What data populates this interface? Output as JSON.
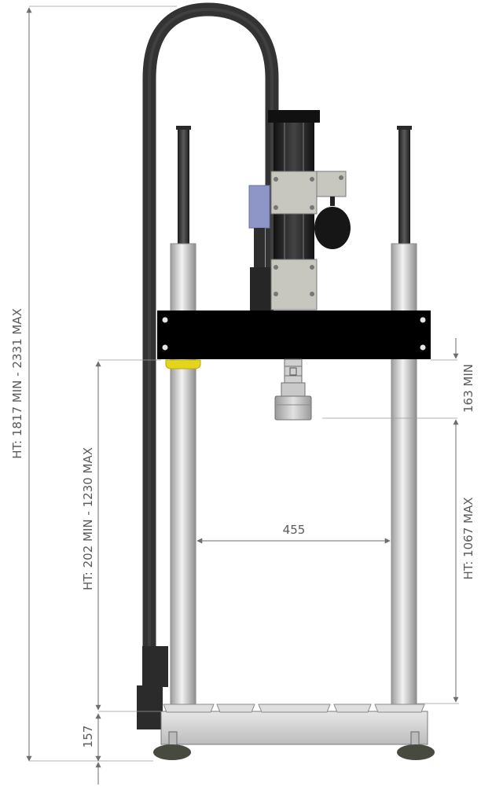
{
  "labels": {
    "overall_height": "HT: 1817 MIN - 2331 MAX",
    "working_height": "HT: 202 MIN - 1230 MAX",
    "base_height": "157",
    "column_spacing": "455",
    "stroke_min": "163 MIN",
    "daylight_max": "HT: 1067 MAX"
  },
  "colors": {
    "background": "#ffffff",
    "dimension_line": "#6e6e6e",
    "crossbeam": "#000000",
    "column": "#c9c9c9",
    "rod": "#3a3a3a",
    "cable": "#2f2f2f",
    "platen": "#b9b9b9",
    "bumper": "#e4d51a",
    "indicator": "#8d96c6",
    "base": "#d8d8d8",
    "foot": "#474a3e"
  }
}
